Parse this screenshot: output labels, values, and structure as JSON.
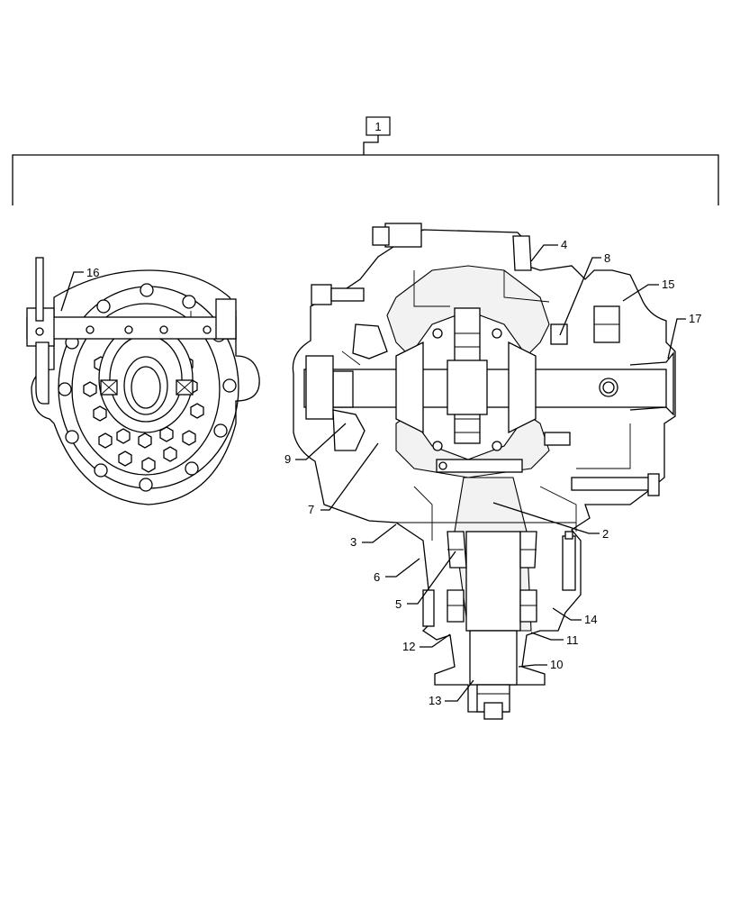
{
  "assembly_label": "1",
  "callouts": [
    {
      "id": "c16",
      "text": "16"
    },
    {
      "id": "c4",
      "text": "4"
    },
    {
      "id": "c8",
      "text": "8"
    },
    {
      "id": "c15",
      "text": "15"
    },
    {
      "id": "c17",
      "text": "17"
    },
    {
      "id": "c9",
      "text": "9"
    },
    {
      "id": "c7",
      "text": "7"
    },
    {
      "id": "c2",
      "text": "2"
    },
    {
      "id": "c3",
      "text": "3"
    },
    {
      "id": "c6",
      "text": "6"
    },
    {
      "id": "c5",
      "text": "5"
    },
    {
      "id": "c14",
      "text": "14"
    },
    {
      "id": "c12",
      "text": "12"
    },
    {
      "id": "c11",
      "text": "11"
    },
    {
      "id": "c10",
      "text": "10"
    },
    {
      "id": "c13",
      "text": "13"
    }
  ]
}
